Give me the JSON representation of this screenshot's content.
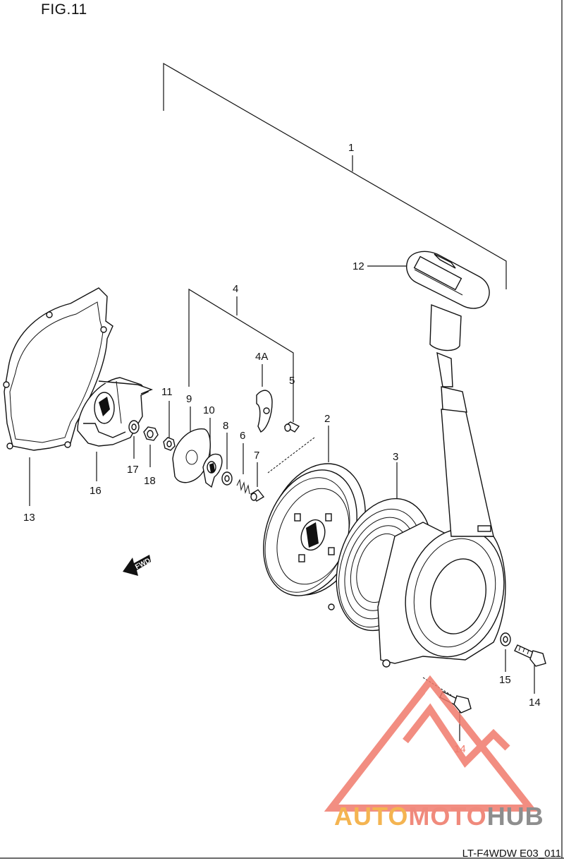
{
  "figure": {
    "title": "FIG.11",
    "code": "LT-F4WDW E03_011",
    "fwd_label": "FWD"
  },
  "callouts": [
    {
      "id": "c1",
      "label": "1"
    },
    {
      "id": "c2",
      "label": "2"
    },
    {
      "id": "c3",
      "label": "3"
    },
    {
      "id": "c4",
      "label": "4"
    },
    {
      "id": "c4a",
      "label": "4A"
    },
    {
      "id": "c5",
      "label": "5"
    },
    {
      "id": "c6",
      "label": "6"
    },
    {
      "id": "c7",
      "label": "7"
    },
    {
      "id": "c8",
      "label": "8"
    },
    {
      "id": "c9",
      "label": "9"
    },
    {
      "id": "c10",
      "label": "10"
    },
    {
      "id": "c11",
      "label": "11"
    },
    {
      "id": "c12",
      "label": "12"
    },
    {
      "id": "c13",
      "label": "13"
    },
    {
      "id": "c14a",
      "label": "14"
    },
    {
      "id": "c14b",
      "label": "14"
    },
    {
      "id": "c15",
      "label": "15"
    },
    {
      "id": "c16",
      "label": "16"
    },
    {
      "id": "c17",
      "label": "17"
    },
    {
      "id": "c18",
      "label": "18"
    }
  ],
  "watermark": {
    "part1": "AUTO",
    "part2": "MOTO",
    "part3": "HUB",
    "colors": {
      "triangle": "#f07a6c",
      "auto": "#f4b451",
      "moto": "#f08a7c",
      "hub": "#8e8e8e"
    }
  }
}
